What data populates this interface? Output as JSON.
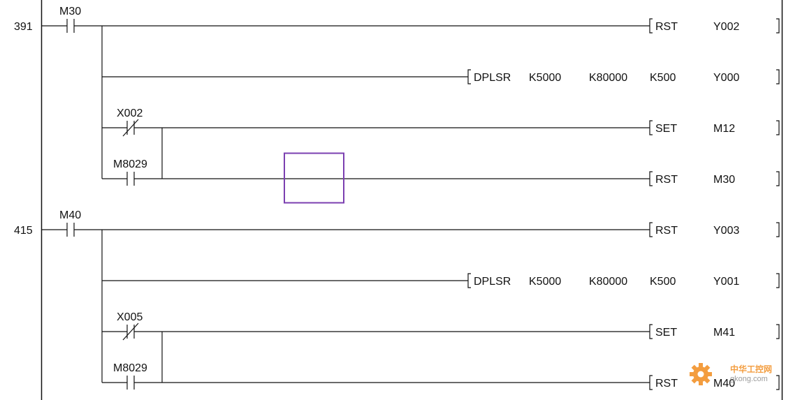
{
  "colors": {
    "background": "#ffffff",
    "wire": "#111111",
    "cursor": "#7b3fb0",
    "watermark_gear": "#f28c1e"
  },
  "rungs": [
    {
      "step": "391",
      "main_contact": {
        "label": "M30",
        "type": "NO"
      },
      "instructions": [
        {
          "op": "RST",
          "operands": [
            "Y002"
          ]
        },
        {
          "op": "DPLSR",
          "operands": [
            "K5000",
            "K80000",
            "K500",
            "Y000"
          ]
        },
        {
          "op": "SET",
          "operands": [
            "M12"
          ]
        },
        {
          "op": "RST",
          "operands": [
            "M30"
          ]
        }
      ],
      "branch_contacts": [
        {
          "label": "X002",
          "type": "NC"
        },
        {
          "label": "M8029",
          "type": "NO"
        }
      ]
    },
    {
      "step": "415",
      "main_contact": {
        "label": "M40",
        "type": "NO"
      },
      "instructions": [
        {
          "op": "RST",
          "operands": [
            "Y003"
          ]
        },
        {
          "op": "DPLSR",
          "operands": [
            "K5000",
            "K80000",
            "K500",
            "Y001"
          ]
        },
        {
          "op": "SET",
          "operands": [
            "M41"
          ]
        },
        {
          "op": "RST",
          "operands": [
            "M40"
          ]
        }
      ],
      "branch_contacts": [
        {
          "label": "X005",
          "type": "NC"
        },
        {
          "label": "M8029",
          "type": "NO"
        }
      ]
    }
  ],
  "watermark": {
    "text_cn": "中华工控网",
    "text_url": "gkong.com",
    "icon": "gear-icon"
  }
}
